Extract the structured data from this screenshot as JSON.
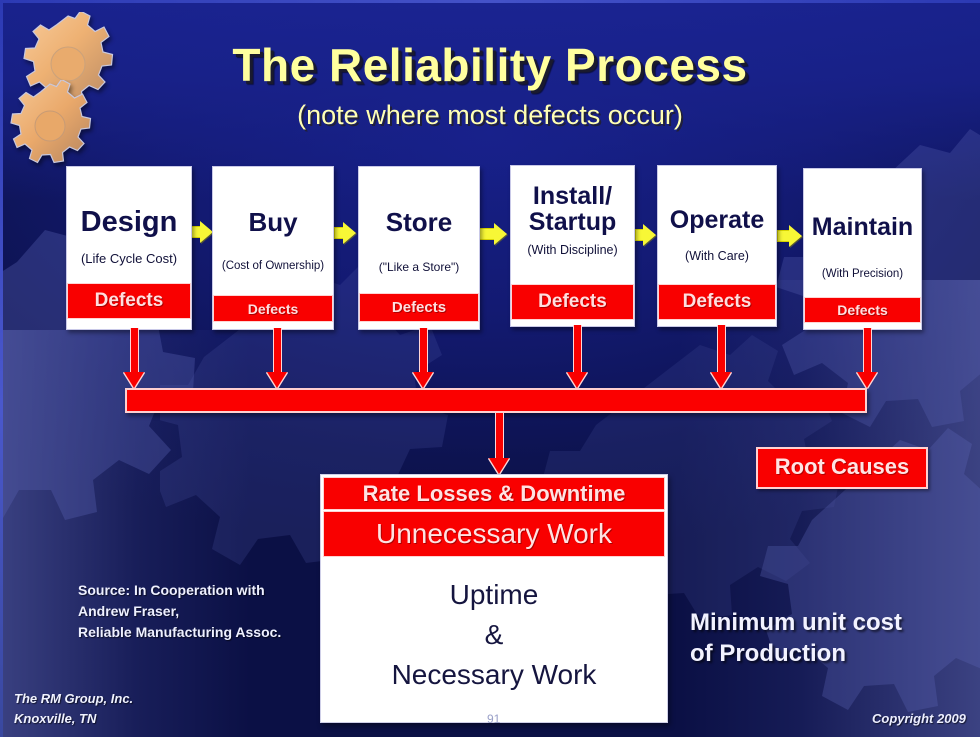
{
  "slide": {
    "title": "The Reliability Process",
    "subtitle": "(note where most defects occur)",
    "page_number": "91"
  },
  "process_steps": [
    {
      "name": "Design",
      "qualifier": "(Life Cycle Cost)",
      "defects_label": "Defects"
    },
    {
      "name": "Buy",
      "qualifier": "(Cost of Ownership)",
      "defects_label": "Defects"
    },
    {
      "name": "Store",
      "qualifier": "(\"Like a Store\")",
      "defects_label": "Defects"
    },
    {
      "name": "Install/\nStartup",
      "qualifier": "(With Discipline)",
      "defects_label": "Defects"
    },
    {
      "name": "Operate",
      "qualifier": "(With Care)",
      "defects_label": "Defects"
    },
    {
      "name": "Maintain",
      "qualifier": "(With Precision)",
      "defects_label": "Defects"
    }
  ],
  "root_causes_label": "Root Causes",
  "result_box": {
    "band_rate_losses": "Rate Losses & Downtime",
    "band_unnecessary": "Unnecessary Work",
    "body_line1": "Uptime",
    "body_line2": "&",
    "body_line3": "Necessary Work"
  },
  "minimum_cost": {
    "line1": "Minimum unit cost",
    "line2": "of Production"
  },
  "source": {
    "line1": "Source: In Cooperation with",
    "line2": "Andrew Fraser,",
    "line3": "Reliable Manufacturing Assoc."
  },
  "footer": {
    "company_line1": "The RM Group, Inc.",
    "company_line2": "Knoxville, TN",
    "copyright": "Copyright 2009"
  },
  "colors": {
    "background_navy": "#141b6e",
    "title_yellow": "#ffff9e",
    "defect_red": "#f90000",
    "arrow_yellow": "#f7f736",
    "box_white": "#ffffff",
    "gear_orange": "#f0b67a"
  }
}
